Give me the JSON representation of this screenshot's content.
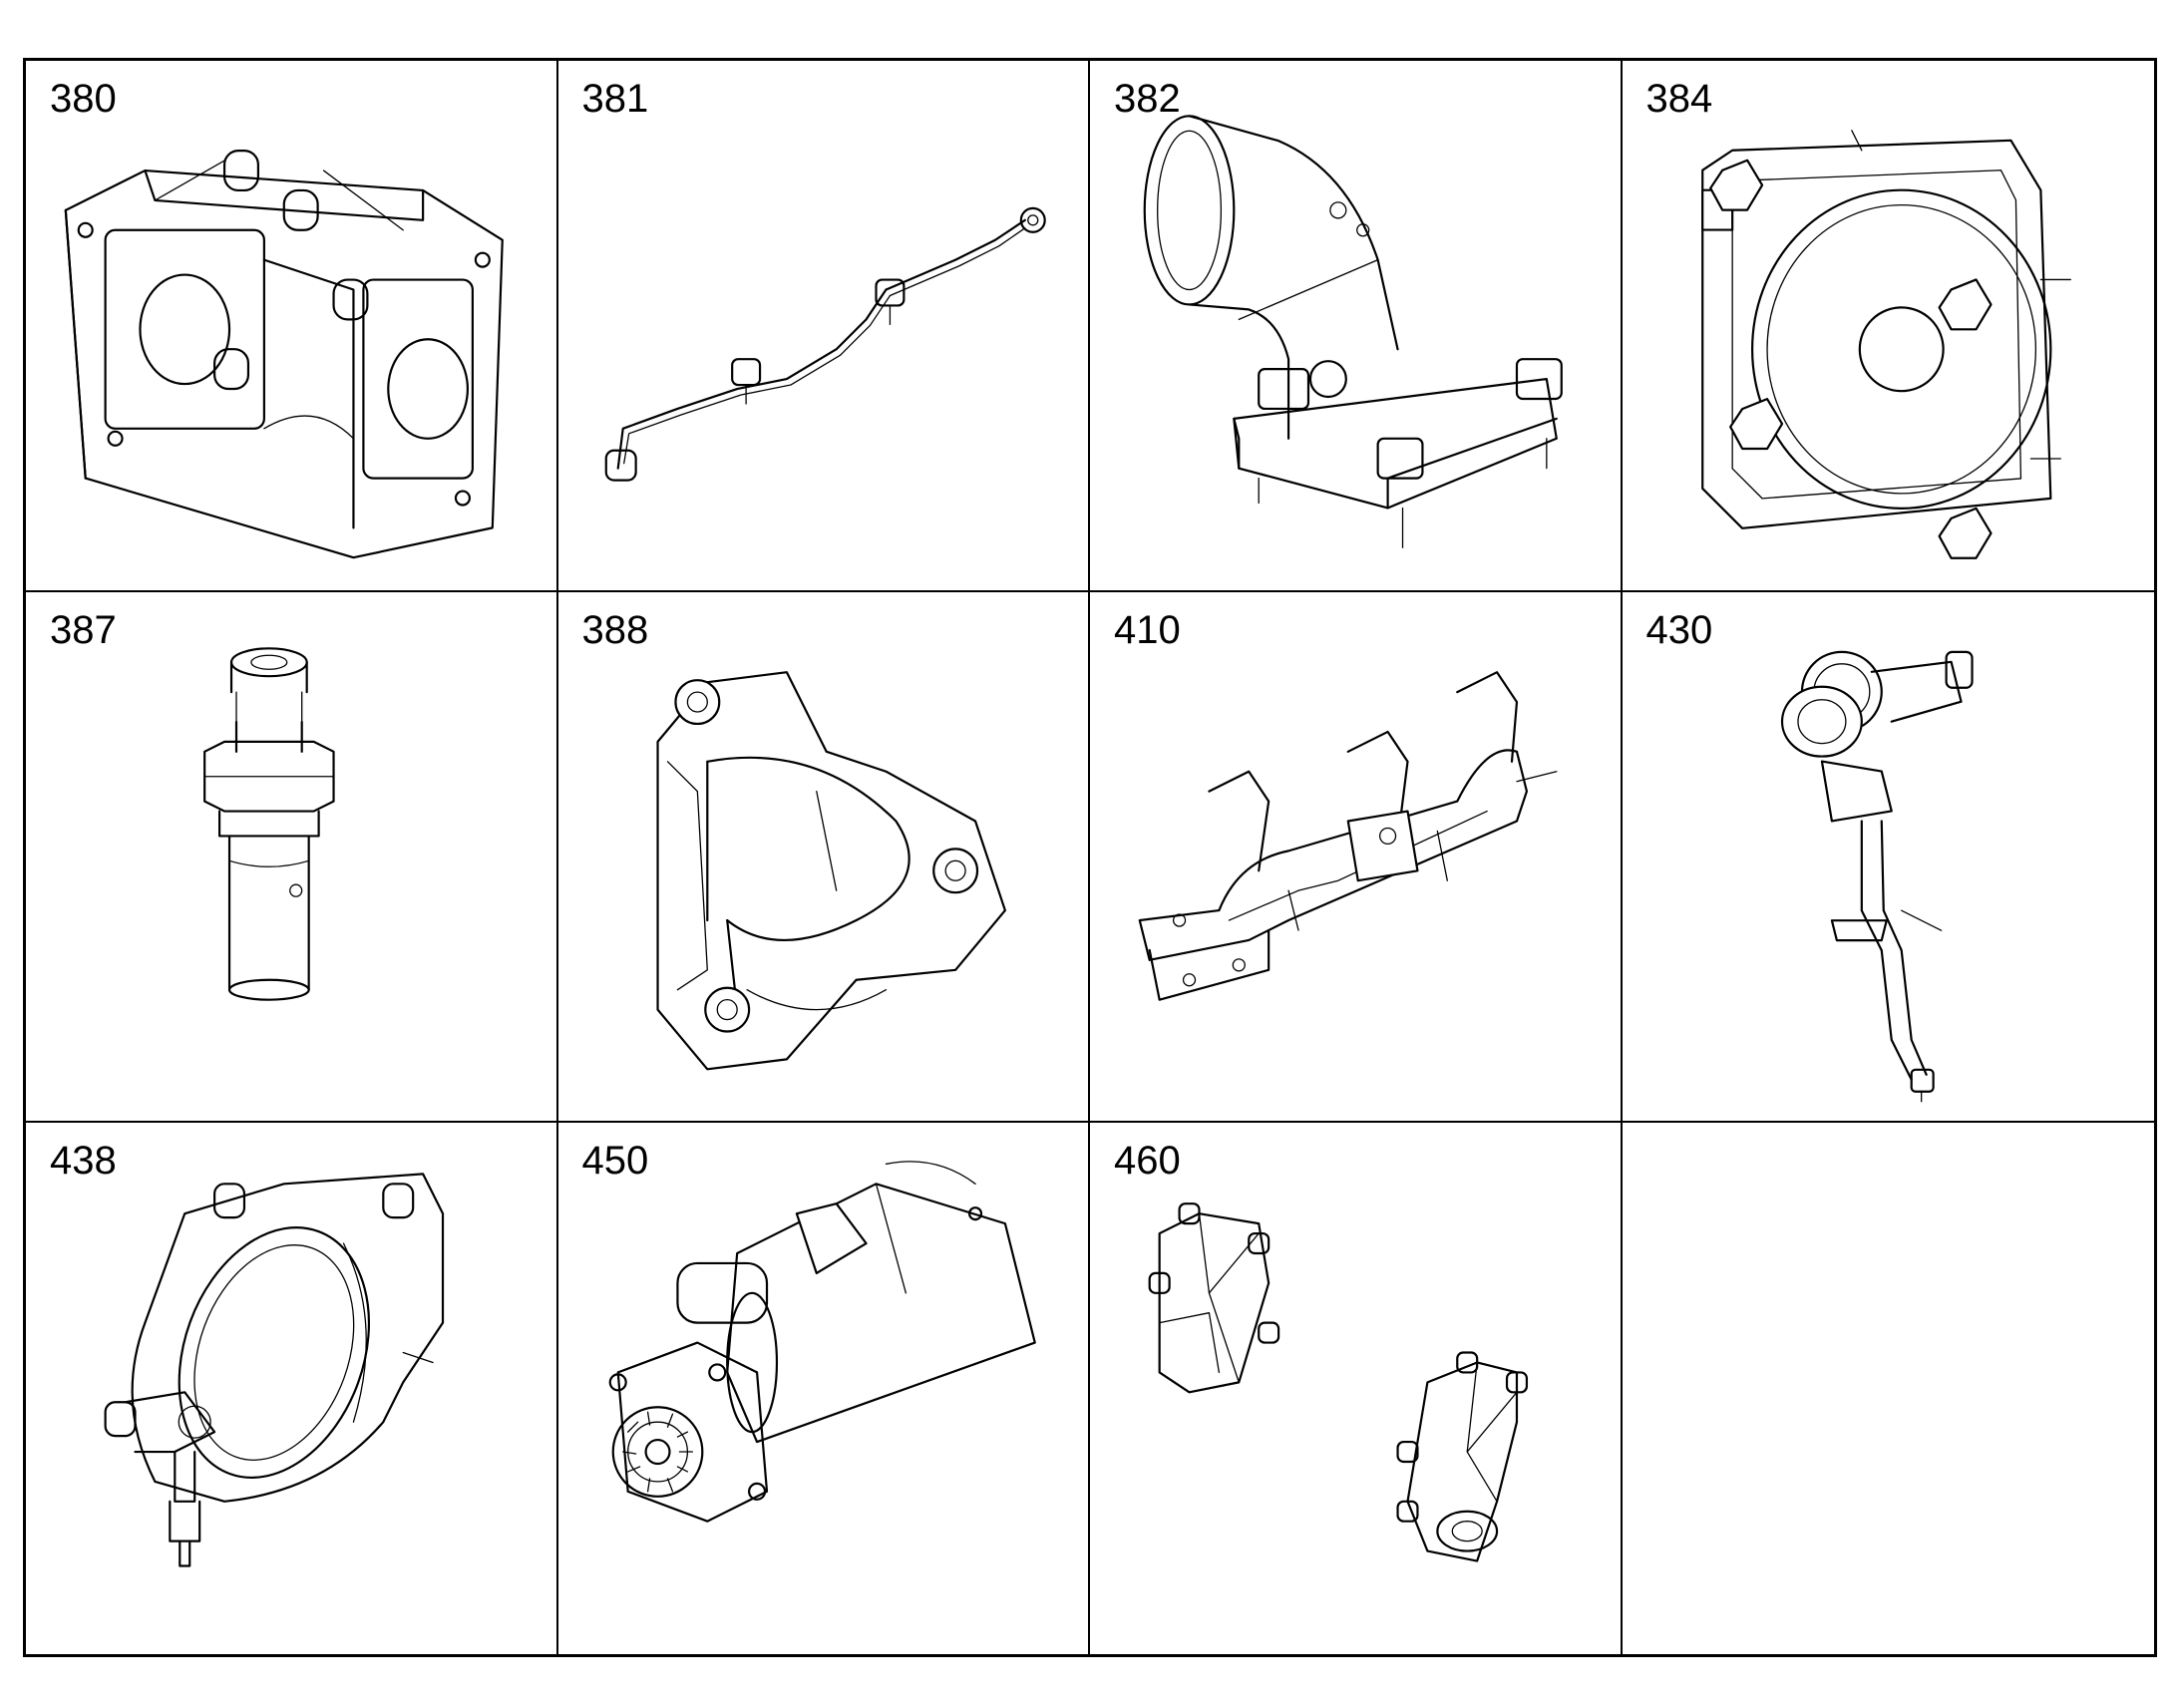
{
  "parts": [
    {
      "number": "380",
      "icon": "housing-block-icon"
    },
    {
      "number": "381",
      "icon": "fuel-line-icon"
    },
    {
      "number": "382",
      "icon": "elbow-pipe-icon"
    },
    {
      "number": "384",
      "icon": "cover-plate-icon"
    },
    {
      "number": "387",
      "icon": "valve-fitting-icon"
    },
    {
      "number": "388",
      "icon": "elbow-housing-icon"
    },
    {
      "number": "410",
      "icon": "exhaust-manifold-icon"
    },
    {
      "number": "430",
      "icon": "turbocharger-icon"
    },
    {
      "number": "438",
      "icon": "clamp-ring-icon"
    },
    {
      "number": "450",
      "icon": "starter-motor-icon"
    },
    {
      "number": "460",
      "icon": "bracket-pair-icon"
    },
    {
      "number": "",
      "icon": ""
    }
  ]
}
